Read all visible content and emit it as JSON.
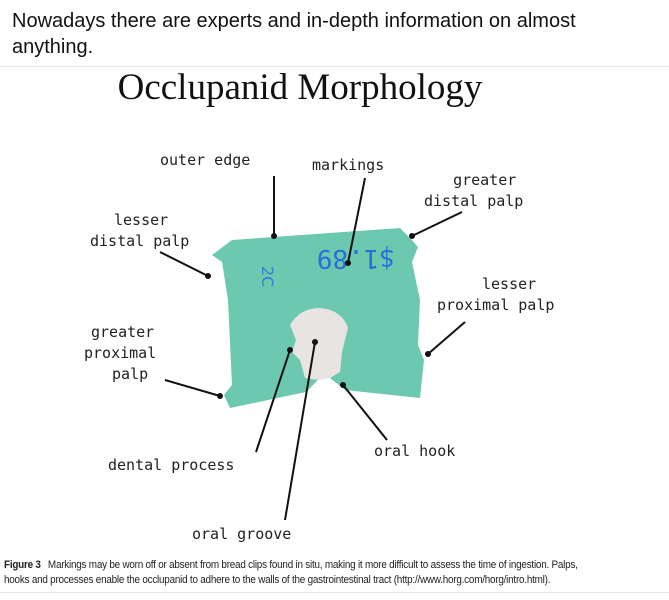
{
  "post": {
    "text": "Nowadays there are experts and in-depth information on almost anything."
  },
  "figure": {
    "title": "Occlupanid Morphology",
    "clip_color": "#6cc9b0",
    "markings_text": "$1.89",
    "markings_small": "2C",
    "labels": {
      "outer_edge": "outer edge",
      "markings": "markings",
      "greater_distal_palp": [
        "greater",
        "distal palp"
      ],
      "lesser_distal_palp": [
        "lesser",
        "distal palp"
      ],
      "lesser_proximal_palp": [
        "lesser",
        "proximal palp"
      ],
      "greater_proximal_palp": [
        "greater",
        "proximal",
        "palp"
      ],
      "dental_process": "dental process",
      "oral_hook": "oral hook",
      "oral_groove": "oral groove"
    },
    "caption_label": "Figure 3",
    "caption_text": "Markings may be worn off or absent from bread clips found in situ, making it more difficult to assess the time of ingestion. Palps, hooks and processes enable the occlupanid to adhere to the walls of the gastrointestinal tract (http://www.horg.com/horg/intro.html)."
  }
}
